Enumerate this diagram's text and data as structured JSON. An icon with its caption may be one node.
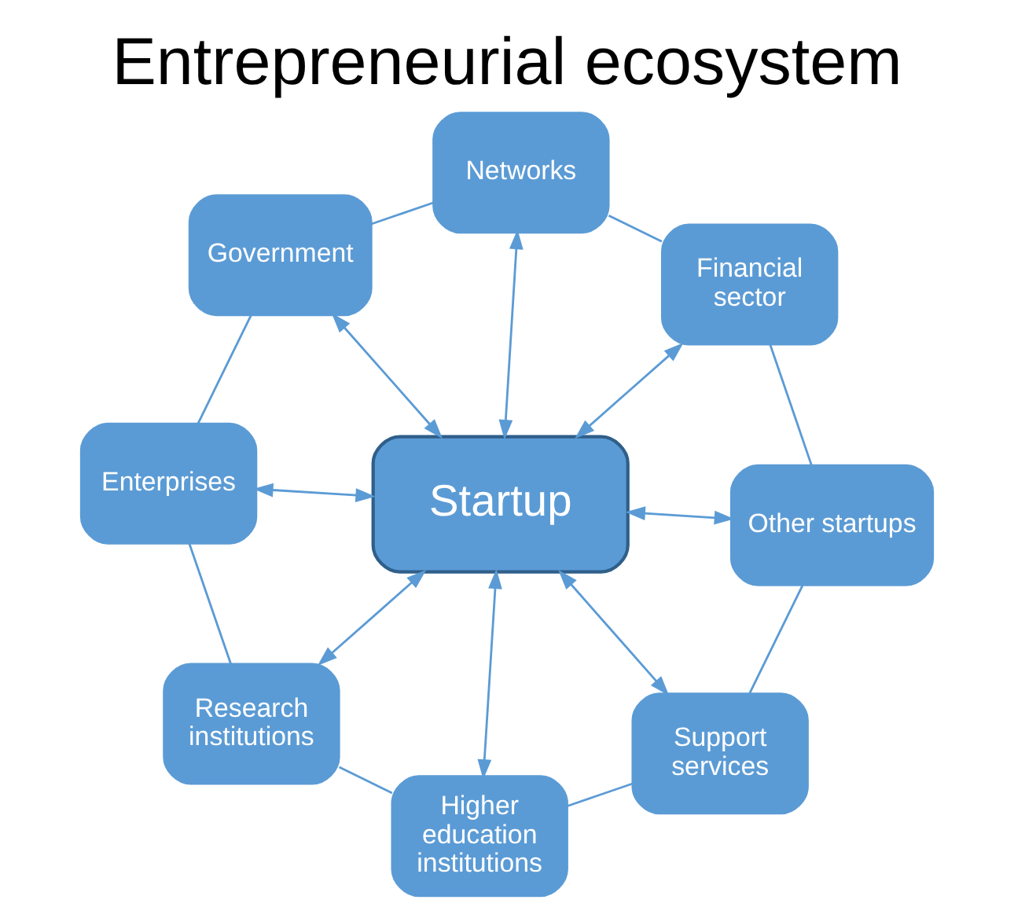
{
  "diagram": {
    "title": "Entrepreneurial ecosystem",
    "nodes": [
      {
        "text": [
          "Higher education institutions"
        ]
      },
      {
        "text": [
          "Support services"
        ]
      },
      {
        "text": [
          "Research institutions"
        ]
      },
      {
        "text": [
          "Other startups"
        ]
      },
      {
        "text": [
          "Startup"
        ]
      },
      {
        "text": [
          "Enterprises"
        ]
      },
      {
        "text": [
          "Financial sector"
        ]
      },
      {
        "text": [
          "Government"
        ]
      },
      {
        "text": [
          "Networks"
        ]
      }
    ],
    "edges": [
      {
        "from": 4,
        "to": 0,
        "arrow": "both"
      },
      {
        "from": 4,
        "to": 2,
        "arrow": "both"
      },
      {
        "from": 4,
        "to": 5,
        "arrow": "both"
      },
      {
        "from": 4,
        "to": 7,
        "arrow": "both"
      },
      {
        "from": 4,
        "to": 8,
        "arrow": "both"
      },
      {
        "from": 4,
        "to": 6,
        "arrow": "both"
      },
      {
        "from": 4,
        "to": 3,
        "arrow": "both"
      },
      {
        "from": 4,
        "to": 1,
        "arrow": "both"
      },
      {
        "from": 0,
        "to": 2,
        "arrow": "none"
      },
      {
        "from": 2,
        "to": 5,
        "arrow": "none"
      },
      {
        "from": 5,
        "to": 7,
        "arrow": "none"
      },
      {
        "from": 7,
        "to": 8,
        "arrow": "none"
      },
      {
        "from": 8,
        "to": 6,
        "arrow": "none"
      },
      {
        "from": 6,
        "to": 3,
        "arrow": "none"
      },
      {
        "from": 3,
        "to": 1,
        "arrow": "none"
      },
      {
        "from": 1,
        "to": 0,
        "arrow": "none"
      }
    ]
  }
}
